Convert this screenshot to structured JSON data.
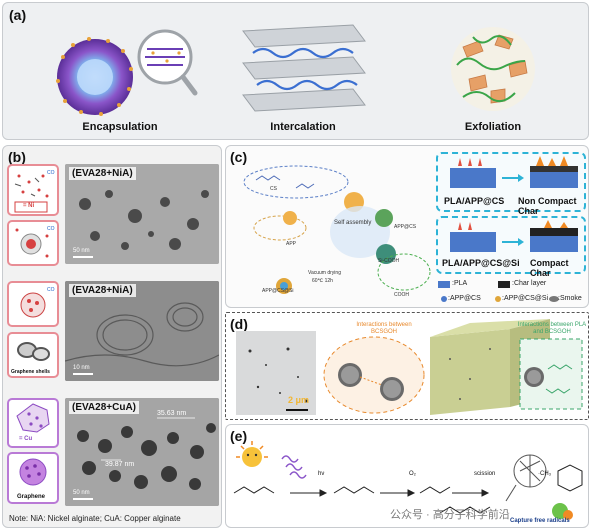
{
  "panel_a": {
    "label": "(a)",
    "captions": [
      "Encapsulation",
      "Intercalation",
      "Exfoliation"
    ]
  },
  "panel_b": {
    "label": "(b)",
    "tile_texts": {
      "ni": "= Ni",
      "co": "CO",
      "graphene_shells": "Graphene shells",
      "cu": "= Cu",
      "graphene": "Graphene"
    },
    "tem_images": [
      {
        "label": "(EVA28+NiA)",
        "scale": "50 nm"
      },
      {
        "label": "(EVA28+NiA)",
        "scale": "10 nm"
      },
      {
        "label": "(EVA28+CuA)",
        "scale": "50 nm",
        "measure_1": "35.63 nm",
        "measure_2": "39.87 nm"
      }
    ],
    "note": "Note: NiA: Nickel alginate; CuA: Copper alginate"
  },
  "panel_c": {
    "label": "(c)",
    "molecule_labels": {
      "cs": "CS",
      "app": "APP",
      "self_assembly": "Self assembly",
      "app_cs": "APP@CS",
      "si_cooh": "Si-COOH",
      "vacuum": "Vacuum drying",
      "temp": "60℃ 12h",
      "app_cs_si": "APP@CS@Si",
      "cooh": "COOH"
    },
    "char_boxes": [
      {
        "sample": "PLA/APP@CS",
        "result": "Non Compact Char"
      },
      {
        "sample": "PLA/APP@CS@Si",
        "result": "Compact Char"
      }
    ],
    "legend": {
      "pla": ":PLA",
      "char": ":Char layer",
      "app_cs": ":APP@CS",
      "app_cs_si": ":APP@CS@Si",
      "smoke": ":Smoke"
    }
  },
  "panel_d": {
    "label": "(d)",
    "scale": "2 μm",
    "title_left": "Interactions between BCSGOH",
    "title_right": "Interactions between PLA and BCSGOH"
  },
  "panel_e": {
    "label": "(e)",
    "texts": {
      "hv": "hν",
      "o2": "O₂",
      "scission": "scission",
      "ch3": "·CH₃",
      "capture": "Capture free radicals"
    }
  },
  "watermark": "公众号 · 高分子科学前沿",
  "colors": {
    "pink_border": "#e88d95",
    "purple_border": "#b97ad6",
    "dash_blue": "#2db3d6",
    "interaction_orange": "#e8892c",
    "interaction_green": "#3aa56a"
  }
}
